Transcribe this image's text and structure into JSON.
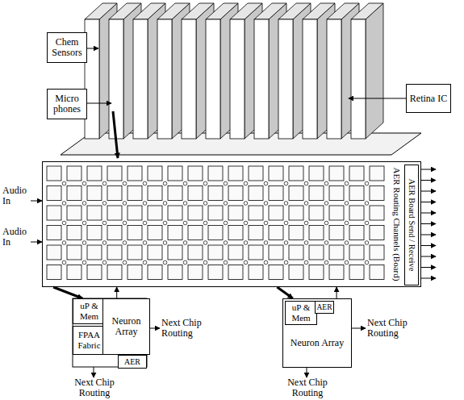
{
  "diagram": {
    "nodes": [
      {
        "text": [
          "Chem Sensors"
        ]
      },
      {
        "text": [
          "Micro phones"
        ]
      },
      {
        "text": [
          "Retina IC"
        ]
      },
      {
        "text": [
          "AER Routing Channels (Board)"
        ]
      },
      {
        "text": [
          "AER Board Send / Receive"
        ],
        "in": 3
      },
      {
        "text": [
          "uP & Mem"
        ]
      },
      {
        "text": [
          "FPAA Fabric"
        ]
      },
      {
        "text": [
          "Neuron Array"
        ]
      },
      {
        "text": [
          "AER"
        ]
      },
      {
        "text": [
          "Neuron Array"
        ]
      },
      {
        "text": [
          "uP & Mem"
        ],
        "in": 9
      },
      {
        "text": [
          "AER"
        ],
        "in": 9
      }
    ],
    "edges": [
      {
        "from": 3,
        "to": 5,
        "arrow": "to"
      },
      {
        "from": 7,
        "to": 3,
        "arrow": "to"
      },
      {
        "from": 3,
        "to": 9,
        "arrow": "to"
      },
      {
        "from": 9,
        "to": 3,
        "arrow": "to"
      }
    ],
    "labels": [
      "Audio In",
      "Audio In",
      "Next Chip Routing",
      "Next Chip Routing",
      "Next Chip Routing",
      "Next Chip Routing"
    ]
  }
}
